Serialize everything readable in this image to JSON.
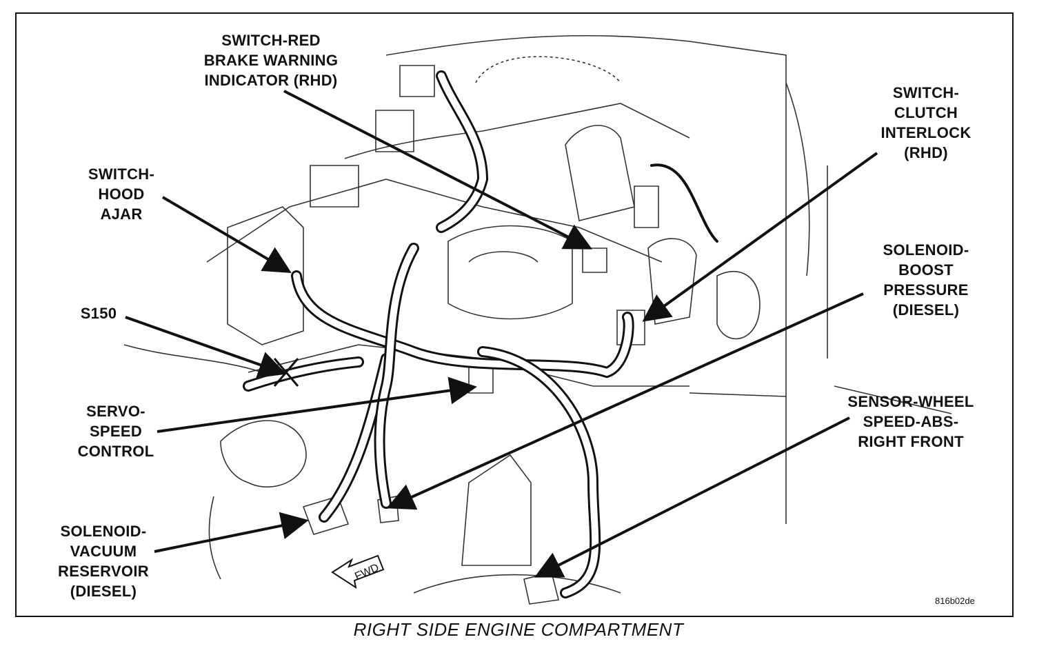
{
  "labels": {
    "switch_red_brake": "SWITCH-RED\nBRAKE WARNING\nINDICATOR (RHD)",
    "switch_clutch": "SWITCH-\nCLUTCH\nINTERLOCK\n(RHD)",
    "switch_hood": "SWITCH-\nHOOD\nAJAR",
    "s150": "S150",
    "solenoid_boost": "SOLENOID-\nBOOST\nPRESSURE\n(DIESEL)",
    "servo_speed": "SERVO-\nSPEED\nCONTROL",
    "sensor_wheel": "SENSOR-WHEEL\nSPEED-ABS-\nRIGHT FRONT",
    "solenoid_vacuum": "SOLENOID-\nVACUUM\nRESERVOIR\n(DIESEL)"
  },
  "fwd_marker": "FWD",
  "drawing_id": "816b02de",
  "caption": "RIGHT SIDE ENGINE COMPARTMENT",
  "colors": {
    "ink": "#111111",
    "paper": "#ffffff"
  }
}
